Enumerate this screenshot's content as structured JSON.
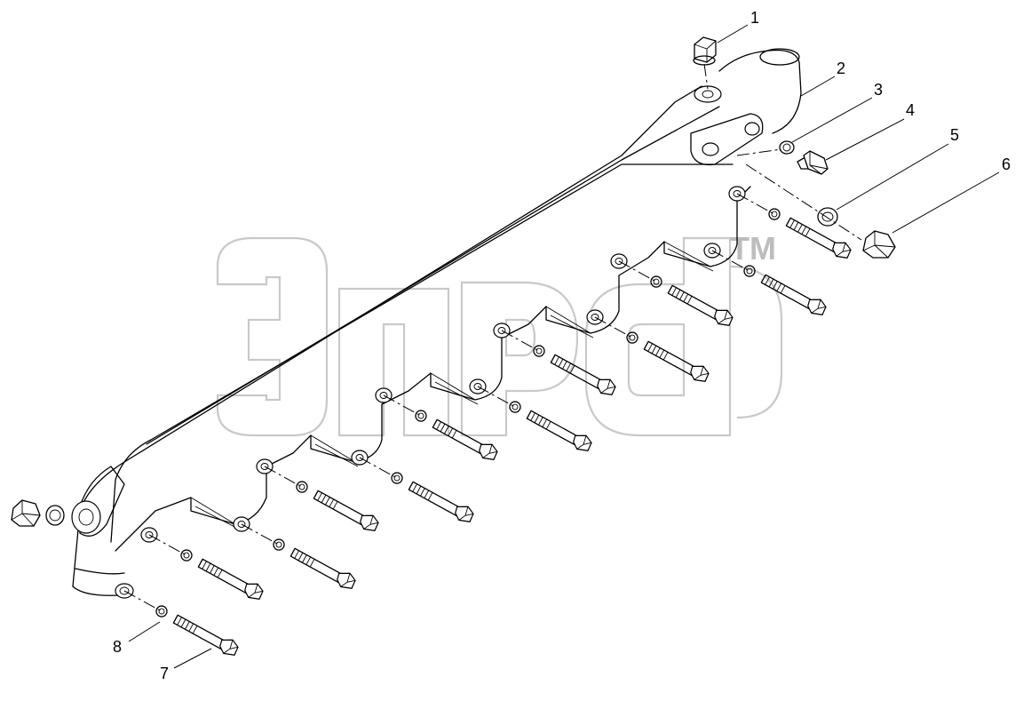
{
  "watermark": {
    "trademark": "TM"
  },
  "corner_mark": "",
  "callouts": [
    {
      "id": "1",
      "label": "1"
    },
    {
      "id": "2",
      "label": "2"
    },
    {
      "id": "3",
      "label": "3"
    },
    {
      "id": "4",
      "label": "4"
    },
    {
      "id": "5",
      "label": "5"
    },
    {
      "id": "6",
      "label": "6"
    },
    {
      "id": "7",
      "label": "7"
    },
    {
      "id": "8",
      "label": "8"
    }
  ]
}
